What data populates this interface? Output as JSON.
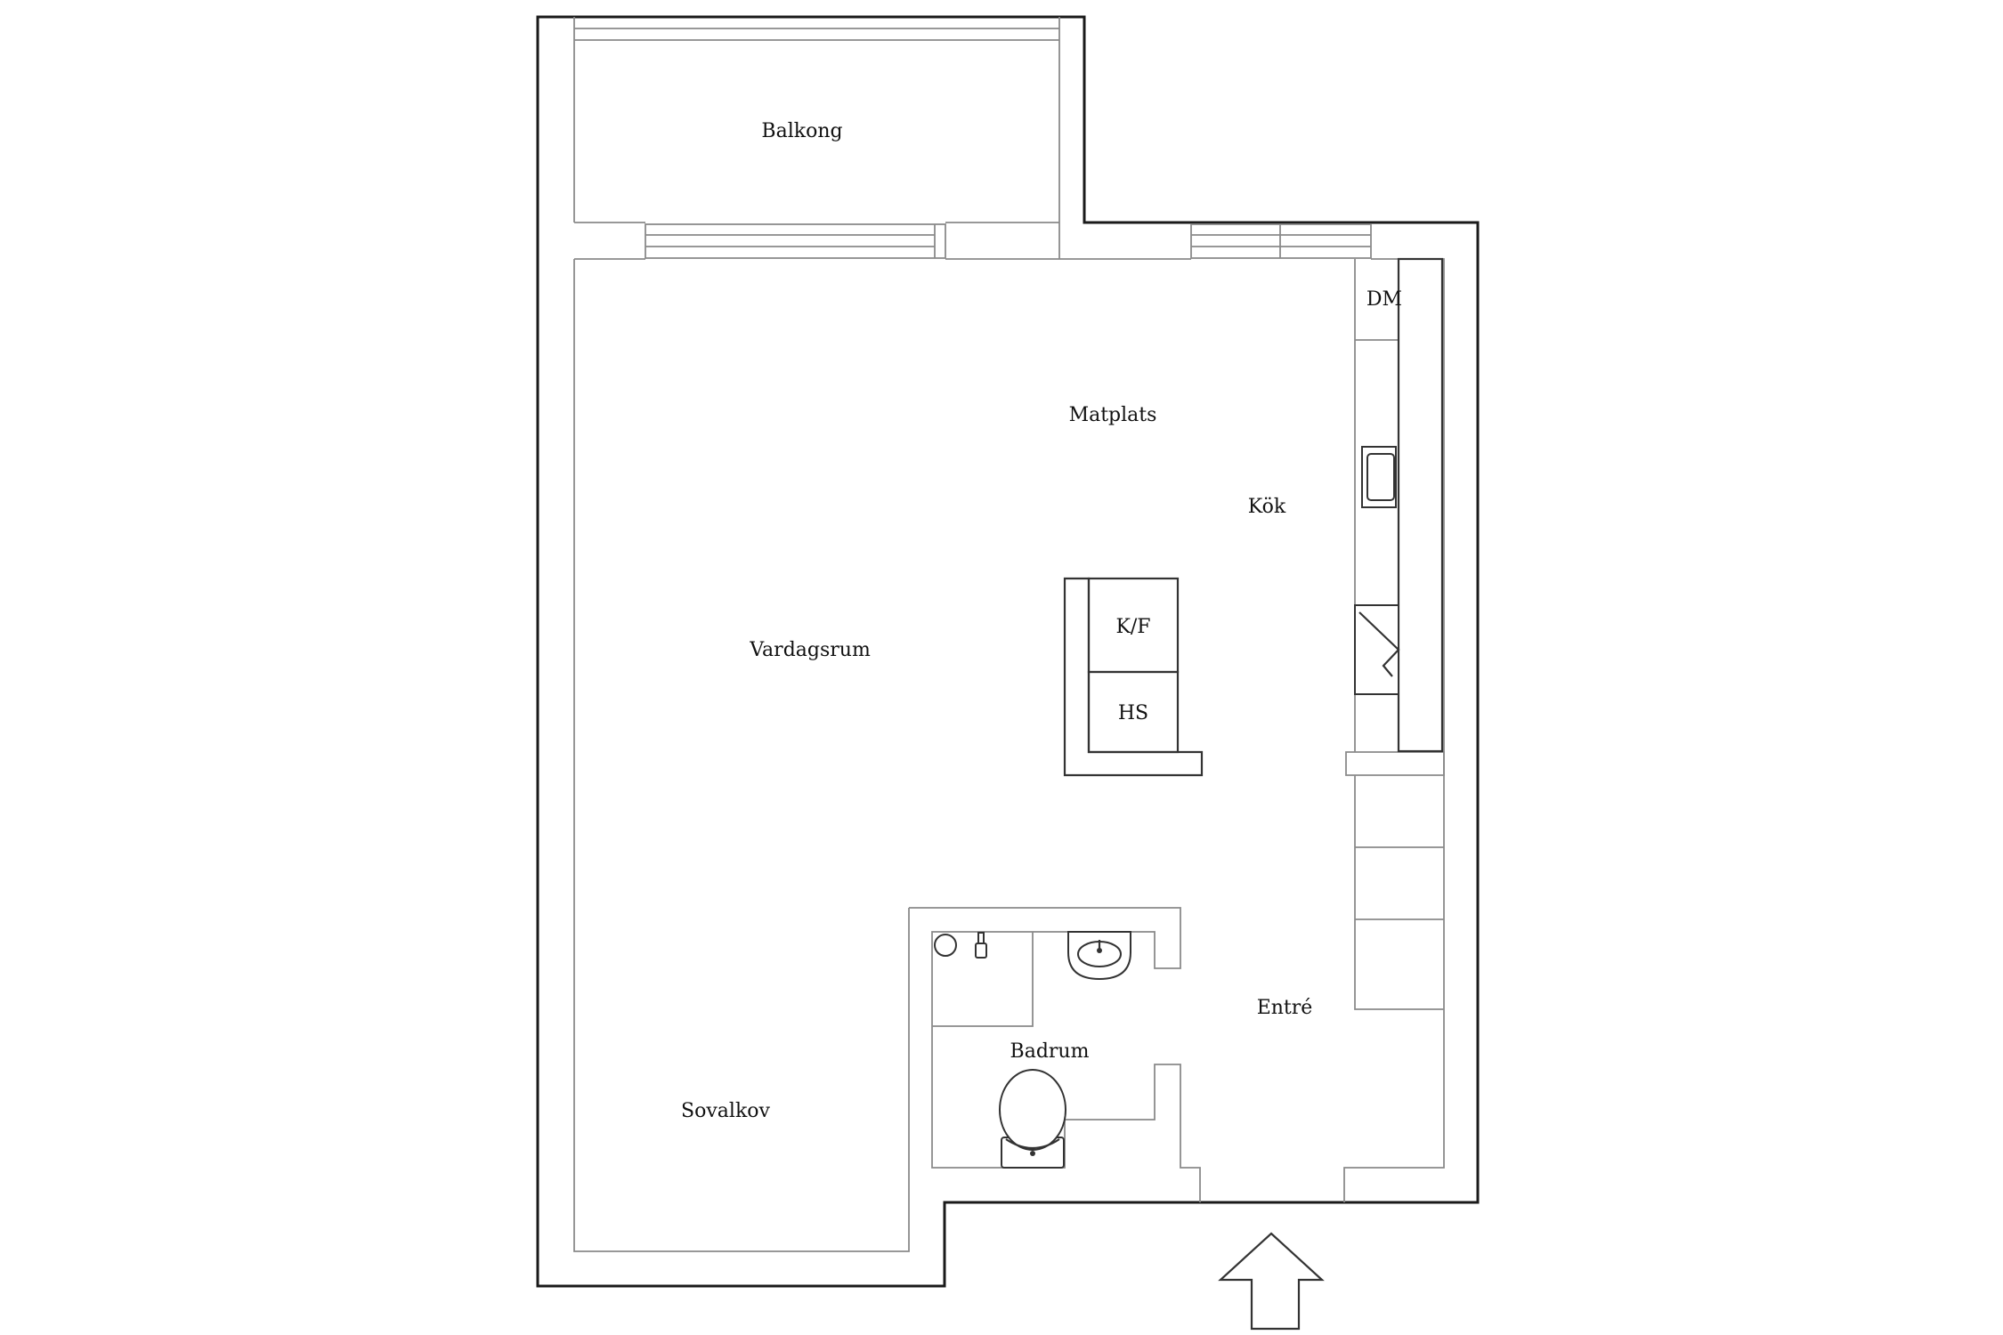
{
  "rooms": {
    "balcony": "Balkong",
    "dining": "Matplats",
    "kitchen": "Kök",
    "dishwasher": "DM",
    "living": "Vardagsrum",
    "fridge_freezer": "K/F",
    "tall_cabinet": "HS",
    "entrance": "Entré",
    "bathroom": "Badrum",
    "sleeping_alcove": "Sovalkov"
  },
  "symbols": {
    "entrance_arrow": "up-arrow-icon",
    "sink": "sink-icon",
    "toilet": "toilet-icon",
    "shower": "shower-icon",
    "stove": "stove-icon",
    "kitchen_sink": "kitchen-sink-icon"
  }
}
